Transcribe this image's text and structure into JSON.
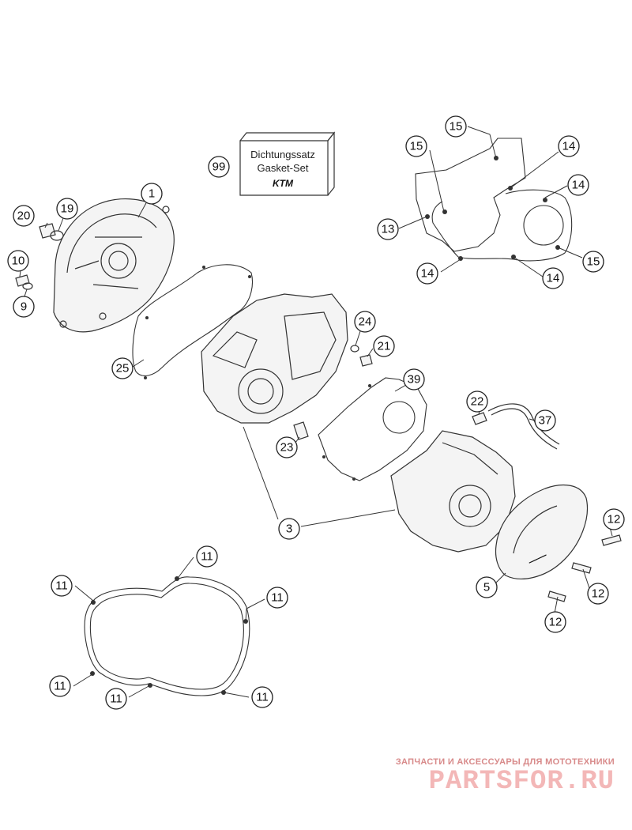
{
  "gasket_box": {
    "line1": "Dichtungssatz",
    "line2": "Gasket-Set",
    "logo": "KTM"
  },
  "callouts": {
    "c1": "1",
    "c20": "20",
    "c19": "19",
    "c10": "10",
    "c9": "9",
    "c25": "25",
    "c24": "24",
    "c21": "21",
    "c39": "39",
    "c23": "23",
    "c3": "3",
    "c22": "22",
    "c37": "37",
    "c5": "5",
    "c12a": "12",
    "c12b": "12",
    "c12c": "12",
    "c99": "99",
    "c15a": "15",
    "c15b": "15",
    "c15c": "15",
    "c14a": "14",
    "c14b": "14",
    "c14c": "14",
    "c14d": "14",
    "c13": "13",
    "c11a": "11",
    "c11b": "11",
    "c11c": "11",
    "c11d": "11",
    "c11e": "11",
    "c11f": "11"
  },
  "watermark": {
    "tagline": "ЗАПЧАСТИ И АКСЕССУАРЫ ДЛЯ МОТОТЕХНИКИ",
    "brand": "PARTSFOR.RU"
  },
  "colors": {
    "line": "#333333",
    "watermark_tagline": "#d88a8a",
    "watermark_brand": "#f3b7b7"
  }
}
